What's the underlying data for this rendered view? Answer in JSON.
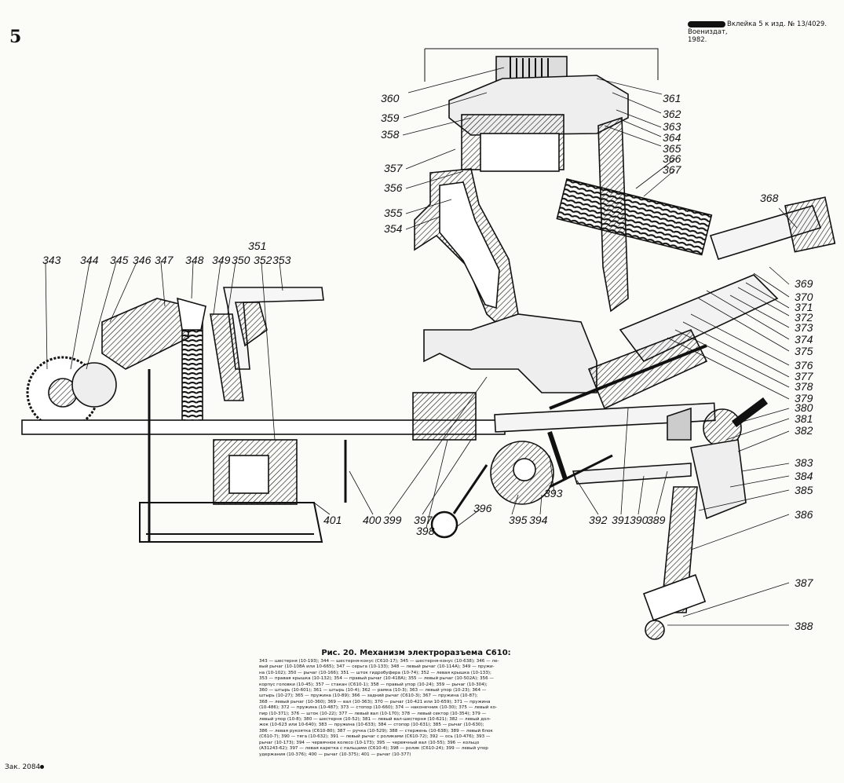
{
  "page_number": "5",
  "header_note": {
    "line1": "Вклейка 5 к изд. № 13/4029. Воениздат,",
    "line2": "1982."
  },
  "callouts": [
    "343",
    "344",
    "345",
    "346",
    "347",
    "348",
    "349",
    "350",
    "351",
    "352",
    "353",
    "354",
    "355",
    "356",
    "357",
    "358",
    "359",
    "360",
    "361",
    "362",
    "363",
    "364",
    "365",
    "366",
    "367",
    "368",
    "369",
    "370",
    "371",
    "372",
    "373",
    "374",
    "375",
    "376",
    "377",
    "378",
    "379",
    "380",
    "381",
    "382",
    "383",
    "384",
    "385",
    "386",
    "387",
    "388",
    "389",
    "390",
    "391",
    "392",
    "393",
    "394",
    "395",
    "396",
    "397",
    "398",
    "399",
    "400",
    "401"
  ],
  "caption": {
    "title": "Рис. 20. Механизм электроразъема С610:",
    "lines": [
      "343 — шестерня (10-193); 344 — шестерня-конус (С610-17); 345 — шестерня-конус (10-638); 346 — ле-",
      "вый рычаг (10-108А или 10-665); 347 — серьга (10-133); 348 — левый рычаг (10-114А); 349 — пружи-",
      "на (10-102); 350 — рычаг (10-166); 351 — шток гидробуфера (10-74); 352 — левая крышка (10-133);",
      "353 — правая крышка (10-132); 354 — правый рычаг (10-418А); 355 — левый рычаг (10-502А); 356 —",
      "корпус головки (10-45); 357 — стакан (С610-1); 358 — правый упор (10-24); 359 — рычаг (10-304);",
      "360 — штырь (10-601); 361 — штырь (10-4); 362 — рамка (10-3); 363 — левый упор (10-23); 364 —",
      "штырь (10-27); 365 — пружина (10-89); 366 — задний рычаг (С610-3); 367 — пружина (10-87);",
      "368 — левый рычаг (10-360); 369 — вал (10-363); 370 — рычаг (10-421 или 10-659); 371 — пружина",
      "(10-486); 372 — пружина (10-487); 373 — стопор (10-660); 374 — наконечник (10-30); 375 — левый ко-",
      "пир (10-371); 376 — шток (10-22); 377 — левый вал (10-170); 378 — левый сектор (10-354); 379 —",
      "левый упор (10-8); 380 — шестерня (10-52); 381 — левый вал-шестерня (10-621); 382 — левый дол-",
      "жок (10-623 или 10-640); 383 — пружина (10-633); 384 — стопор (10-631); 385 — рычаг (10-630);",
      "386 — левая рукоятка (С610-80); 387 — ручка (10-529); 388 — стержень (10-638); 389 — левый блок",
      "(С610-7); 390 — тяга (10-632); 391 — левый рычаг с роликами (С610-72); 392 — ось (10-476); 393 —",
      "рычаг (10-173); 394 — червячное колесо (10-173); 395 — червячный вал (10-55); 396 — кольцо",
      "(АЗ1243-62); 397 — левая каретка с пальцами (С610-4); 398 — ролик (С610-24); 399 — левый упор",
      "удержания (10-376); 400 — рычаг (10-375); 401 — рычаг (10-377)"
    ]
  },
  "order_note": "Зак. 2084",
  "colors": {
    "ink": "#111111",
    "paper": "#fbfbf8",
    "shade": "#3a3a3a"
  }
}
